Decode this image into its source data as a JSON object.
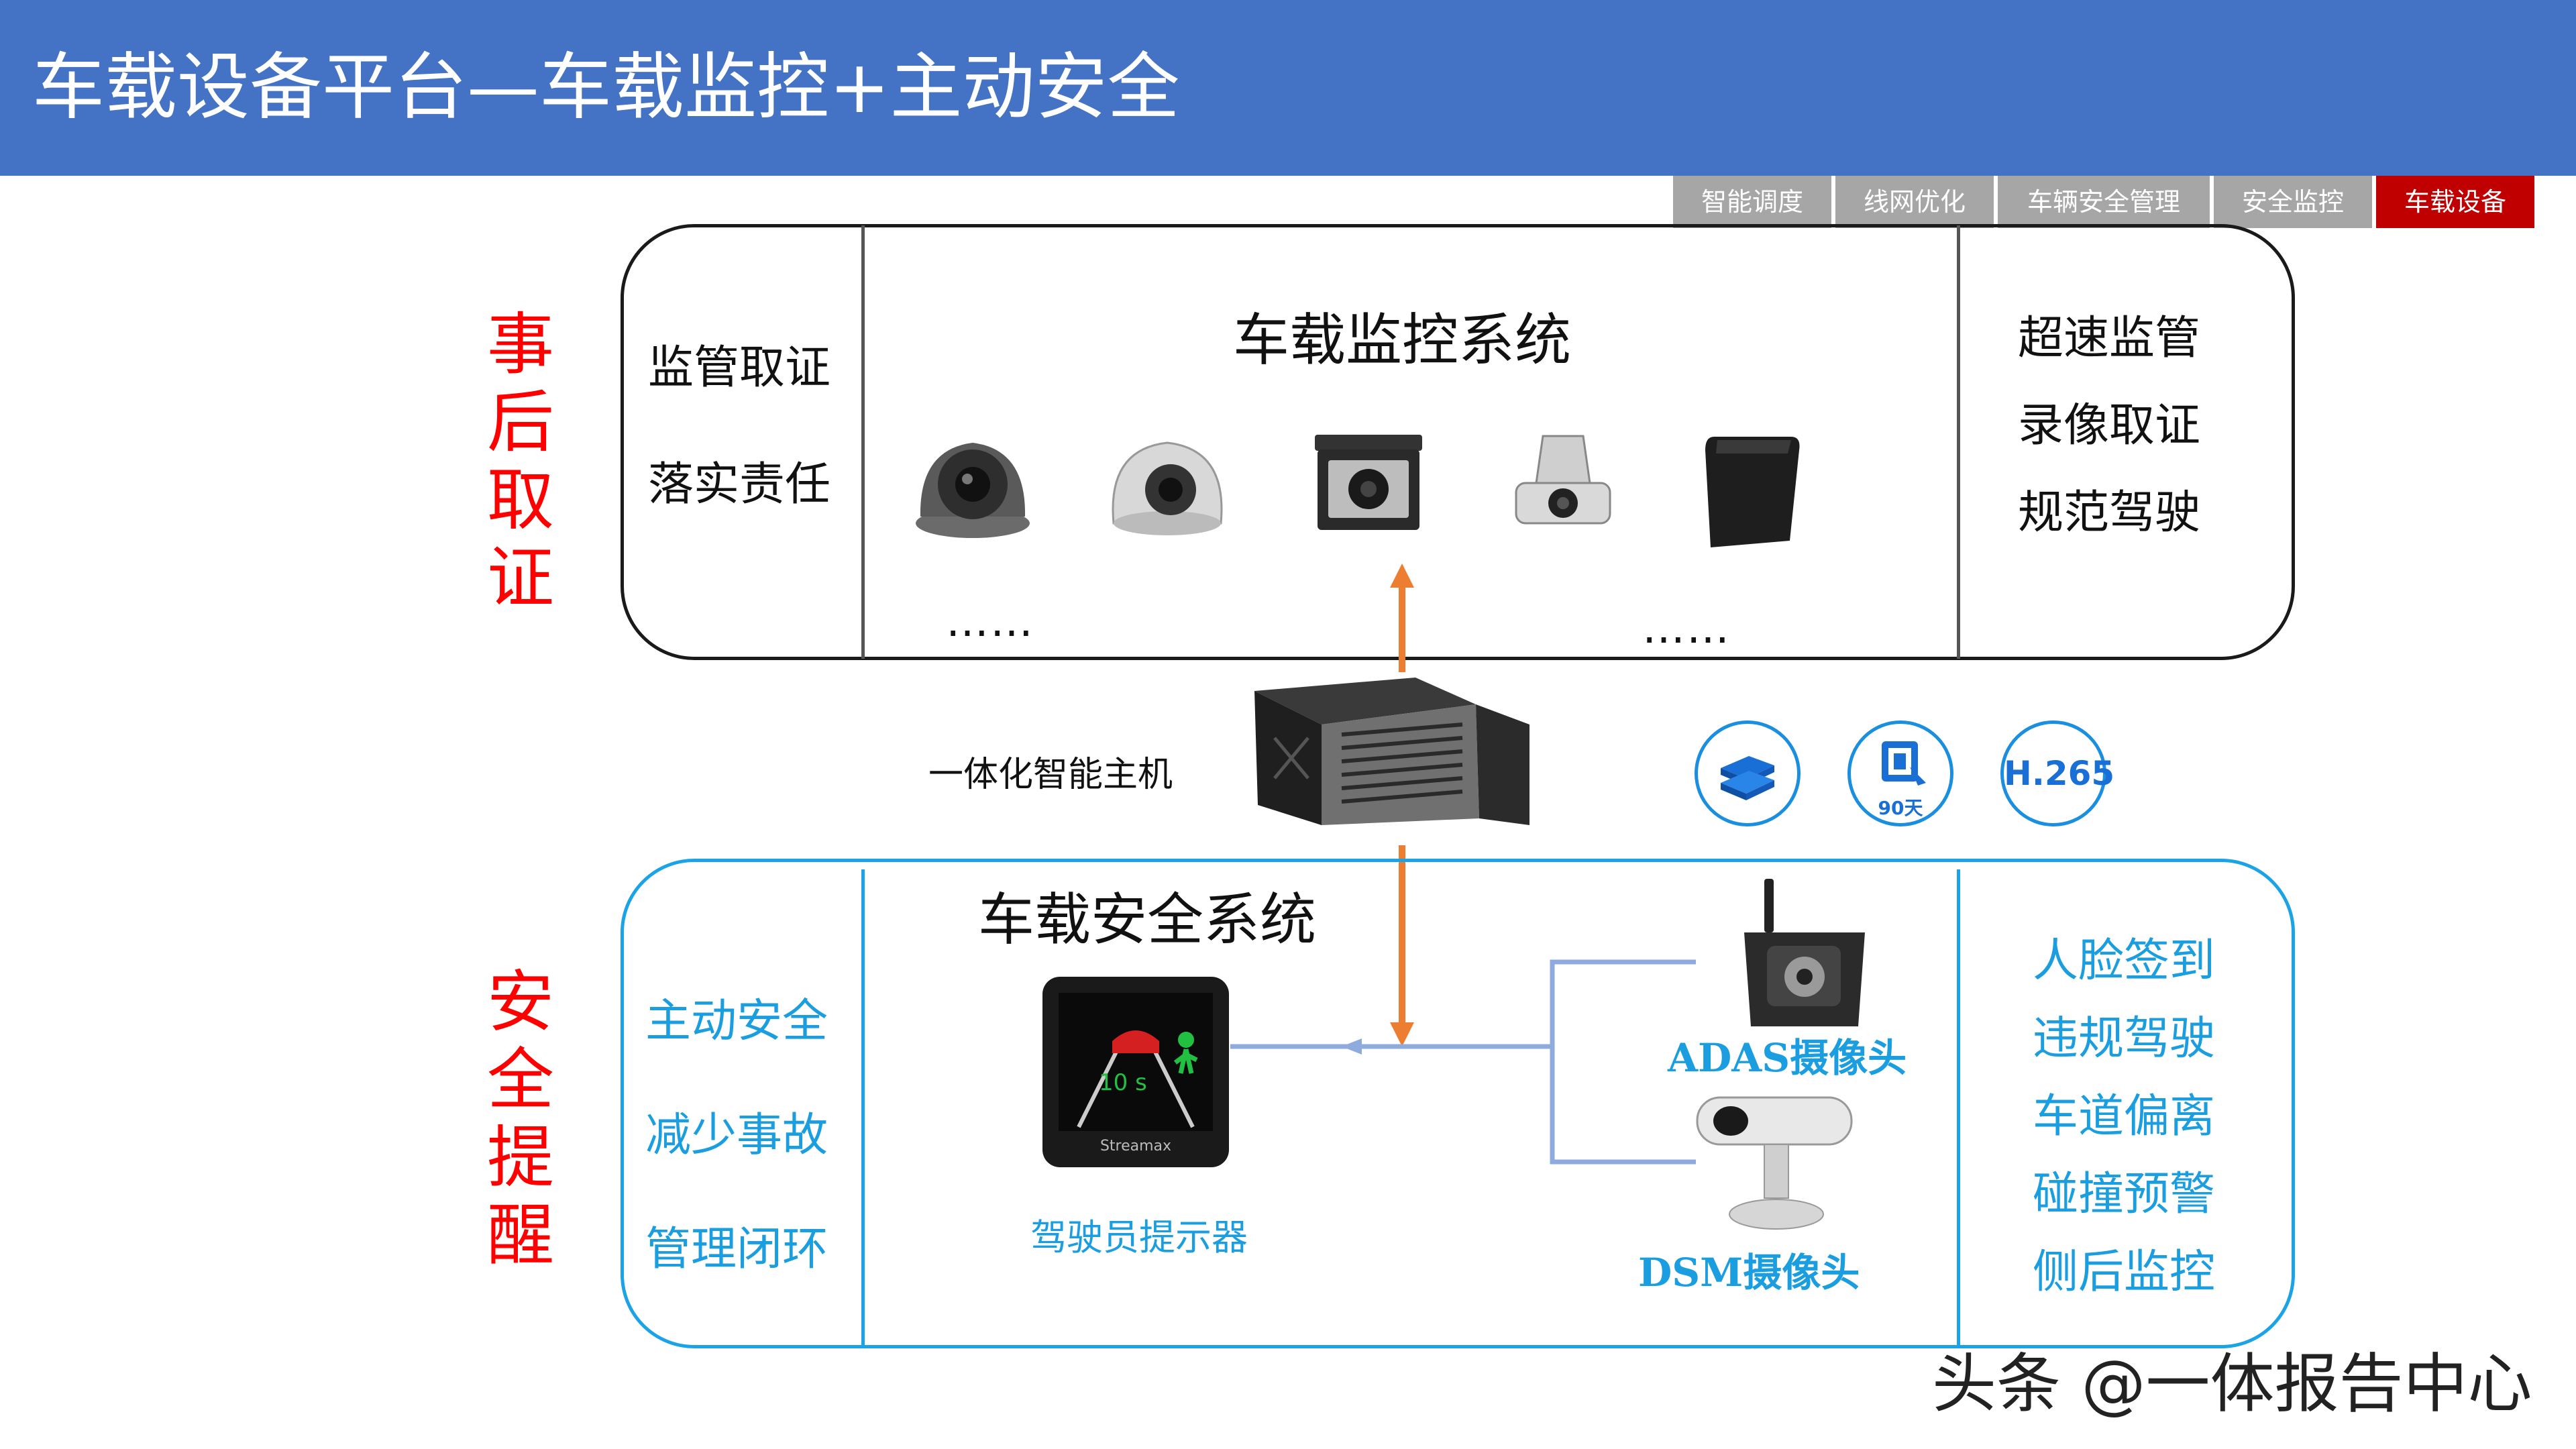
{
  "header": {
    "title": "车载设备平台—车载监控+主动安全"
  },
  "tabs": [
    {
      "label": "智能调度",
      "active": false
    },
    {
      "label": "线网优化",
      "active": false
    },
    {
      "label": "车辆安全管理",
      "active": false
    },
    {
      "label": "安全监控",
      "active": false
    },
    {
      "label": "车载设备",
      "active": true
    }
  ],
  "side_labels": {
    "top": "事后取证",
    "bottom": "安全提醒"
  },
  "monitoring": {
    "title": "车载监控系统",
    "left_items": [
      "监管取证",
      "落实责任"
    ],
    "right_items": [
      "超速监管",
      "录像取证",
      "规范驾驶"
    ],
    "ellipsis_left": "……",
    "ellipsis_right": "……",
    "cameras": [
      "dome-camera-icon",
      "mini-dome-camera-icon",
      "vehicle-camera-icon",
      "side-camera-icon",
      "box-camera-icon"
    ]
  },
  "host": {
    "label": "一体化智能主机",
    "badges": [
      "storage-icon",
      "90天",
      "H.265"
    ]
  },
  "safety": {
    "title": "车载安全系统",
    "left_items": [
      "主动安全",
      "减少事故",
      "管理闭环"
    ],
    "right_items": [
      "人脸签到",
      "违规驾驶",
      "车道偏离",
      "碰撞预警",
      "侧后监控"
    ],
    "display_label": "驾驶员提示器",
    "display_reading": "10 s",
    "display_brand": "Streamax",
    "adas_label": "ADAS摄像头",
    "dsm_label": "DSM摄像头"
  },
  "watermark": "头条 @一体报告中心",
  "colors": {
    "header": "#4472c4",
    "tab_active": "#c00000",
    "tab_inactive": "#a6a6a6",
    "side_label": "#ff0000",
    "accent_blue": "#1a9ee0",
    "arrow": "#ed7d31"
  }
}
